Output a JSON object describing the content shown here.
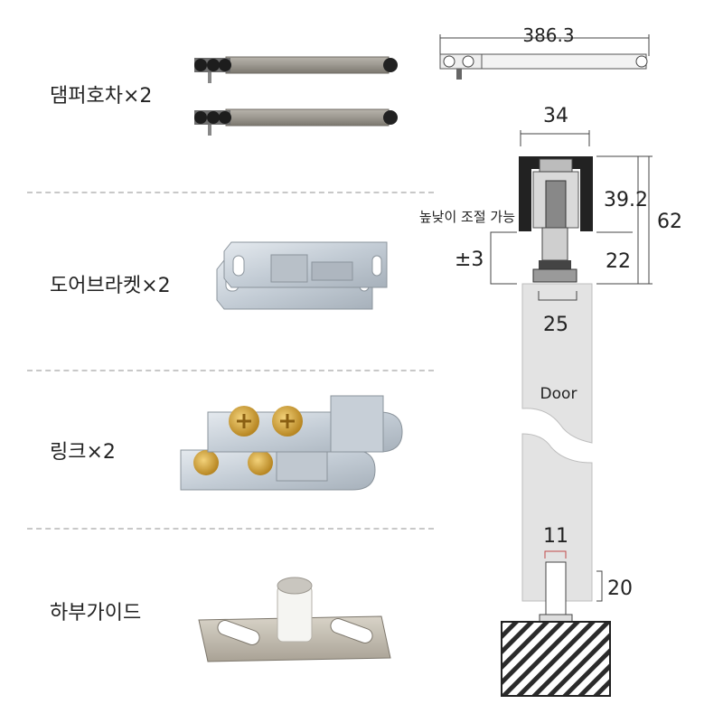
{
  "parts": [
    {
      "label": "댐퍼호차×2"
    },
    {
      "label": "도어브라켓×2"
    },
    {
      "label": "링크×2"
    },
    {
      "label": "하부가이드"
    }
  ],
  "diagram": {
    "dim_length": "386.3",
    "dim_width_top": "34",
    "dim_height_a": "39.2",
    "dim_height_total": "62",
    "dim_height_b": "22",
    "adjust_note": "높낮이 조절 가능",
    "adjust_range": "±3",
    "dim_bracket": "25",
    "door_label": "Door",
    "dim_guide_width": "11",
    "dim_guide_depth": "20"
  },
  "colors": {
    "metal": "#9c9890",
    "metal_dark": "#6f6b64",
    "door": "#e3e3e3",
    "zinc": "#cfd6dd",
    "brass": "#d6a93a"
  }
}
